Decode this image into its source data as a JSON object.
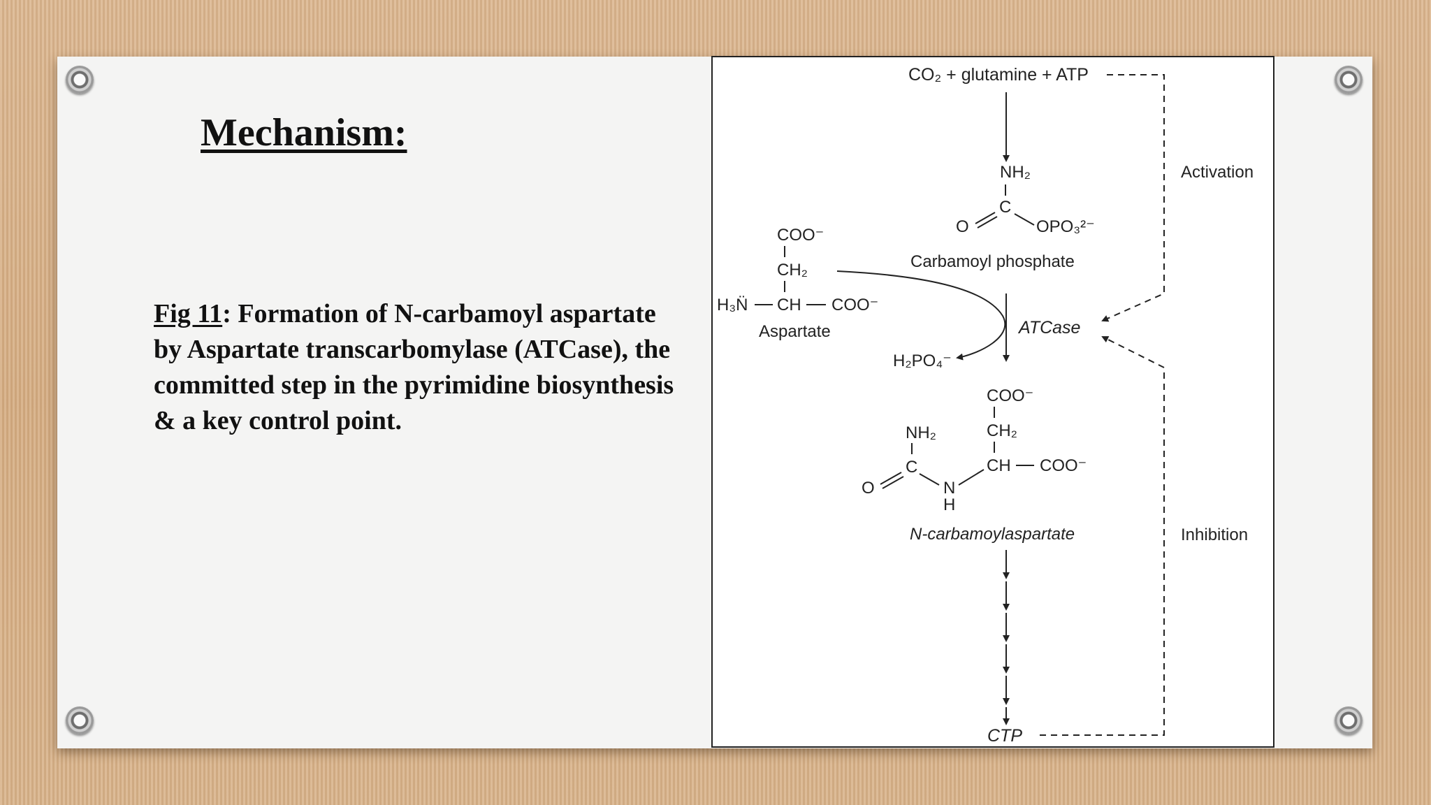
{
  "slide": {
    "title": "Mechanism:",
    "caption_label": "Fig 11",
    "caption_text": ": Formation of N-carbamoyl aspartate by Aspartate transcarbomylase (ATCase), the committed step in the pyrimidine biosynthesis & a key control point."
  },
  "figure": {
    "top_reactants": "CO₂ + glutamine + ATP",
    "carbamoyl_phosphate": {
      "nh2": "NH₂",
      "c": "C",
      "o": "O",
      "opo3": "OPO₃²⁻",
      "name": "Carbamoyl phosphate"
    },
    "aspartate": {
      "coo_top": "COO⁻",
      "ch2": "CH₂",
      "h3n": "H₃N̈",
      "ch": "CH",
      "coo_right": "COO⁻",
      "name": "Aspartate"
    },
    "enzyme": "ATCase",
    "byproduct": "H₂PO₄⁻",
    "product": {
      "coo_top": "COO⁻",
      "ch2": "CH₂",
      "nh2": "NH₂",
      "o": "O",
      "c": "C",
      "n": "N",
      "h": "H",
      "ch": "CH",
      "coo_right": "COO⁻",
      "name": "N-carbamoylaspartate"
    },
    "end_product": "CTP",
    "activation_label": "Activation",
    "inhibition_label": "Inhibition"
  }
}
